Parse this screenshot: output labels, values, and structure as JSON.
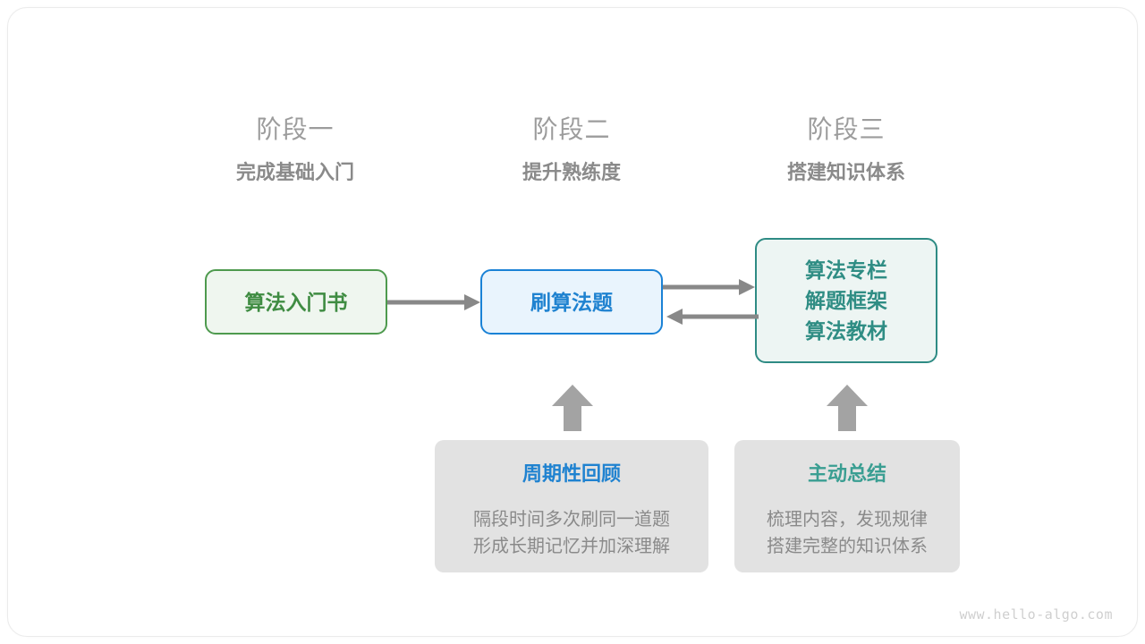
{
  "diagram": {
    "watermark": "www.hello-algo.com",
    "colors": {
      "green": "#4e9a4e",
      "green_fill": "#eff6ef",
      "green_text": "#3f8c42",
      "blue": "#1a82d6",
      "blue_fill": "#e9f4fd",
      "blue_text": "#1f82d0",
      "teal": "#2e8b84",
      "teal_fill": "#edf5f3",
      "teal_text": "#2f8d84",
      "note_fill": "#e2e2e2",
      "arrow_gray": "#888888",
      "header_gray": "#9c9c9c",
      "body_gray": "#8a8a8a"
    },
    "stages": [
      {
        "title": "阶段一",
        "subtitle": "完成基础入门"
      },
      {
        "title": "阶段二",
        "subtitle": "提升熟练度"
      },
      {
        "title": "阶段三",
        "subtitle": "搭建知识体系"
      }
    ],
    "nodes": [
      {
        "id": "intro-book",
        "lines": [
          "算法入门书"
        ],
        "style": "green"
      },
      {
        "id": "practice-problems",
        "lines": [
          "刷算法题"
        ],
        "style": "blue"
      },
      {
        "id": "knowledge-system",
        "lines": [
          "算法专栏",
          "解题框架",
          "算法教材"
        ],
        "style": "teal"
      }
    ],
    "notes": [
      {
        "id": "periodic-review",
        "title": "周期性回顾",
        "title_color": "blue",
        "body": [
          "隔段时间多次刷同一道题",
          "形成长期记忆并加深理解"
        ]
      },
      {
        "id": "active-summary",
        "title": "主动总结",
        "title_color": "teal",
        "body": [
          "梳理内容，发现规律",
          "搭建完整的知识体系"
        ]
      }
    ],
    "arrows": [
      {
        "id": "book-to-practice",
        "direction": "right"
      },
      {
        "id": "practice-to-system",
        "direction": "right"
      },
      {
        "id": "system-to-practice",
        "direction": "left"
      },
      {
        "id": "review-to-practice",
        "direction": "up"
      },
      {
        "id": "summary-to-system",
        "direction": "up"
      }
    ]
  }
}
